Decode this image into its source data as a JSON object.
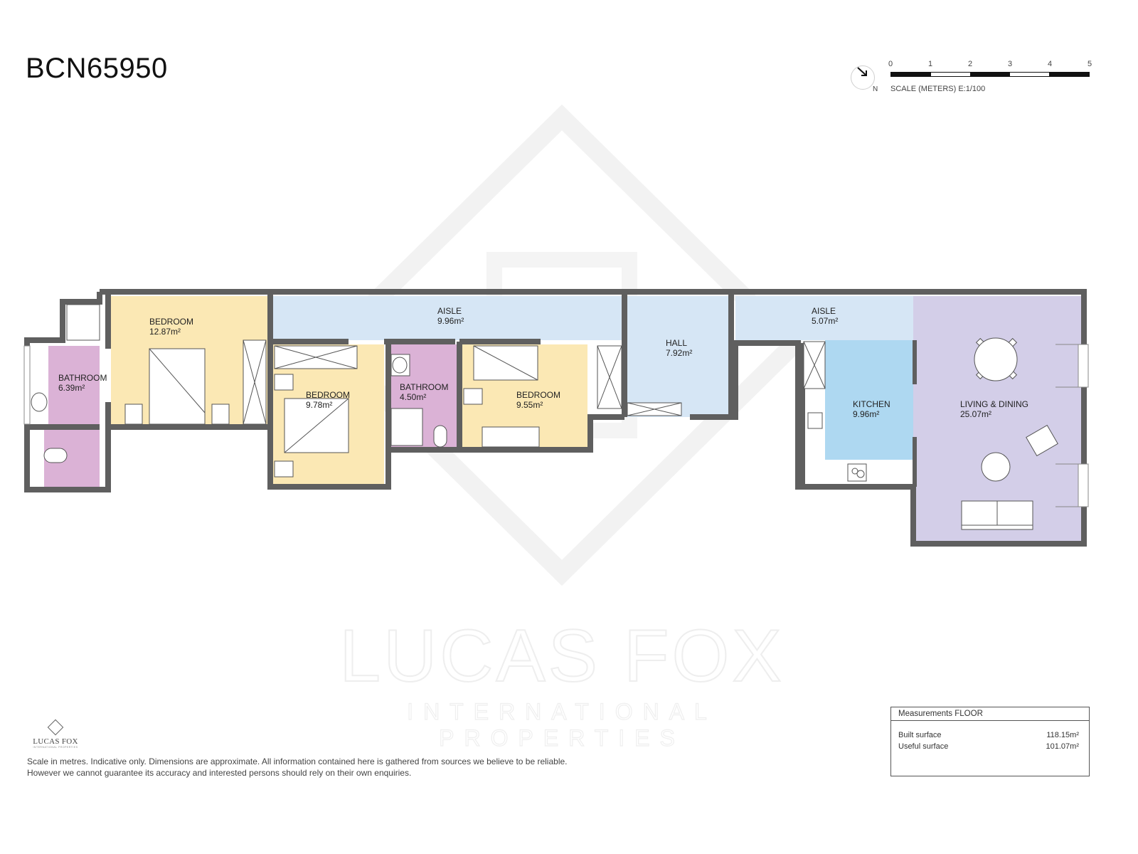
{
  "header": {
    "reference": "BCN65950"
  },
  "scale": {
    "ticks": [
      "0",
      "1",
      "2",
      "3",
      "4",
      "5"
    ],
    "caption": "SCALE (METERS) E:1/100",
    "compass_label": "N",
    "compass_icon": "north-arrow-icon"
  },
  "rooms": [
    {
      "id": "bedroom-1",
      "name": "BEDROOM",
      "area": "12.87m²",
      "color": "#fbe8b4"
    },
    {
      "id": "bathroom-1",
      "name": "BATHROOM",
      "area": "6.39m²",
      "color": "#dbb2d6"
    },
    {
      "id": "aisle-1",
      "name": "AISLE",
      "area": "9.96m²",
      "color": "#d6e6f5"
    },
    {
      "id": "bedroom-2",
      "name": "BEDROOM",
      "area": "9.78m²",
      "color": "#fbe8b4"
    },
    {
      "id": "bathroom-2",
      "name": "BATHROOM",
      "area": "4.50m²",
      "color": "#dbb2d6"
    },
    {
      "id": "bedroom-3",
      "name": "BEDROOM",
      "area": "9.55m²",
      "color": "#fbe8b4"
    },
    {
      "id": "hall",
      "name": "HALL",
      "area": "7.92m²",
      "color": "#d6e6f5"
    },
    {
      "id": "aisle-2",
      "name": "AISLE",
      "area": "5.07m²",
      "color": "#d6e6f5"
    },
    {
      "id": "kitchen",
      "name": "KITCHEN",
      "area": "9.96m²",
      "color": "#aed8f1"
    },
    {
      "id": "living-dining",
      "name": "LIVING & DINING",
      "area": "25.07m²",
      "color": "#d3cee8"
    }
  ],
  "colors": {
    "wall": "#5f5f5f",
    "bedroom": "#fbe8b4",
    "bathroom": "#dbb2d6",
    "aisle": "#d6e6f5",
    "kitchen": "#aed8f1",
    "living": "#d3cee8"
  },
  "watermark": {
    "brand": "LUCAS FOX",
    "tagline": "INTERNATIONAL PROPERTIES"
  },
  "logo": {
    "name": "LUCAS FOX",
    "sub": "INTERNATIONAL PROPERTIES"
  },
  "disclaimer": {
    "line1": "Scale in metres. Indicative only. Dimensions are approximate. All information contained here is gathered from sources we believe to be reliable.",
    "line2": "However we cannot guarantee its accuracy and interested persons should rely on their own enquiries."
  },
  "measurements": {
    "title": "Measurements FLOOR",
    "rows": [
      {
        "label": "Built surface",
        "value": "118.15m²"
      },
      {
        "label": "Useful surface",
        "value": "101.07m²"
      }
    ]
  }
}
